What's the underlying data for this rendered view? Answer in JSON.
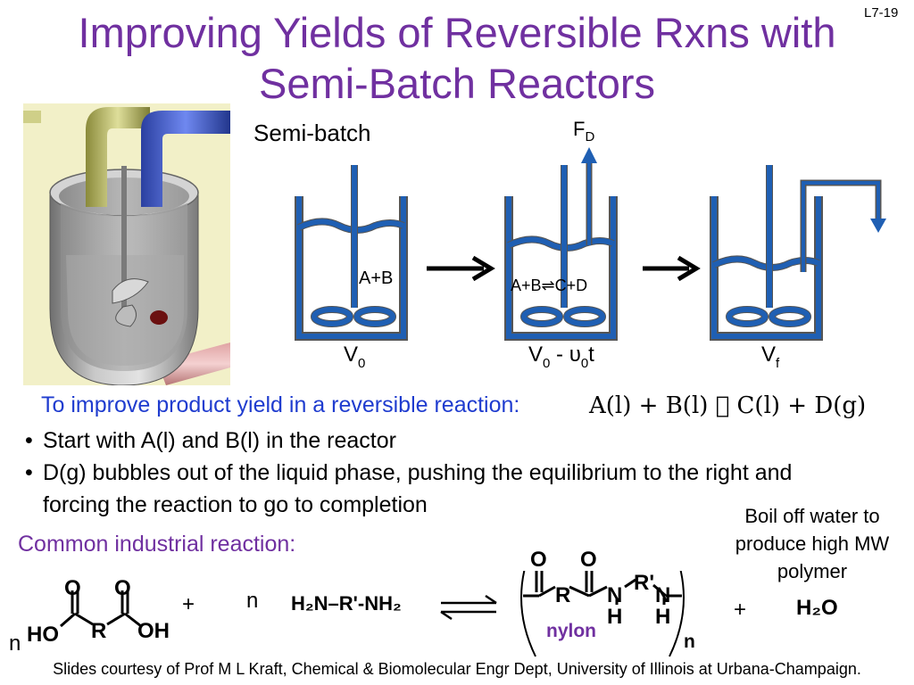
{
  "slide": {
    "number": "L7-19",
    "title_line1": "Improving Yields of Reversible Rxns with",
    "title_line2": "Semi-Batch Reactors"
  },
  "diagram": {
    "label": "Semi-batch",
    "feed_label": "F",
    "feed_sub": "D",
    "reactor1_contents": "A+B",
    "reactor2_contents": "A+B⇌C+D",
    "reactor1_volume": "V",
    "reactor1_volume_sub": "0",
    "reactor2_volume_a": "V",
    "reactor2_volume_a_sub": "0",
    "reactor2_volume_mid": " - υ",
    "reactor2_volume_b_sub": "0",
    "reactor2_volume_end": "t",
    "reactor3_volume": "V",
    "reactor3_volume_sub": "f"
  },
  "body": {
    "intro": "To improve product yield in a reversible reaction:",
    "equation": "A(l) + B(l)   C(l) + D(g)",
    "bullets": [
      "Start with A(l) and B(l) in the reactor",
      "D(g) bubbles out of the liquid phase, pushing the equilibrium to the right and forcing the reaction to go to completion"
    ],
    "common_label": "Common industrial reaction:",
    "boil_note": "Boil off water to produce high MW polymer"
  },
  "reaction": {
    "n_left": "n",
    "acid_o1": "O",
    "acid_o2": "O",
    "acid_ho": "HO",
    "acid_r": "R",
    "acid_oh": "OH",
    "plus1": "+",
    "n_mid": "n",
    "diamine": "H₂N–R'-NH₂",
    "prod_o1": "O",
    "prod_o2": "O",
    "prod_r": "R",
    "prod_n1": "N",
    "prod_h1": "H",
    "prod_r2": "R'",
    "prod_n2": "N",
    "prod_h2": "H",
    "nylon": "nylon",
    "n_sub": "n",
    "plus2": "+",
    "water": "H₂O"
  },
  "footer": {
    "credits": "Slides courtesy of Prof M L Kraft, Chemical & Biomolecular Engr Dept, University of Illinois at Urbana-Champaign."
  },
  "colors": {
    "title": "#7030a0",
    "intro": "#1f3ccf",
    "reactor": "#1f5fb3",
    "nylon": "#7030a0",
    "illustration_bg": "#f2f0c8"
  }
}
